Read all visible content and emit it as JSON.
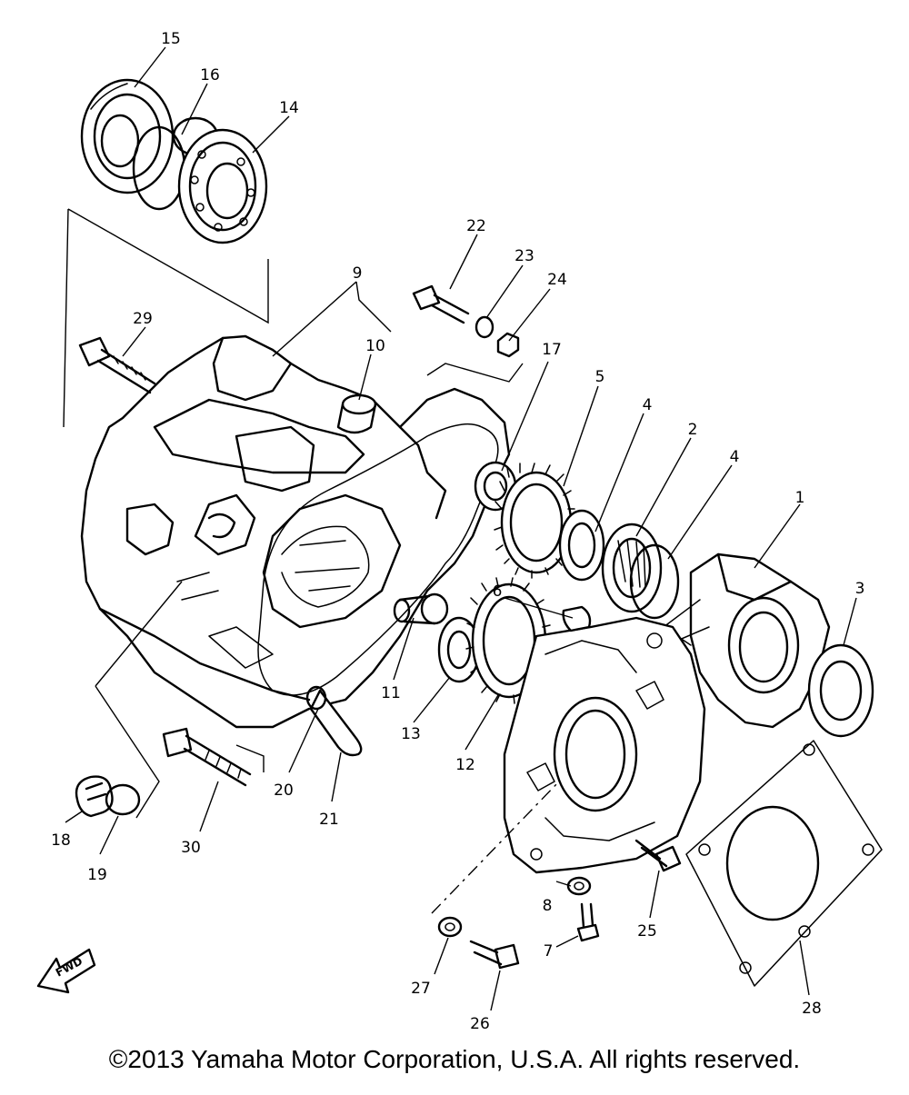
{
  "callouts": [
    "1",
    "2",
    "3",
    "4",
    "4",
    "5",
    "6",
    "7",
    "8",
    "9",
    "10",
    "11",
    "12",
    "13",
    "14",
    "15",
    "16",
    "17",
    "18",
    "19",
    "20",
    "21",
    "22",
    "23",
    "24",
    "25",
    "26",
    "27",
    "28",
    "29",
    "30"
  ],
  "fwd_label": "FWD",
  "copyright": "©2013 Yamaha Motor Corporation, U.S.A. All rights reserved."
}
